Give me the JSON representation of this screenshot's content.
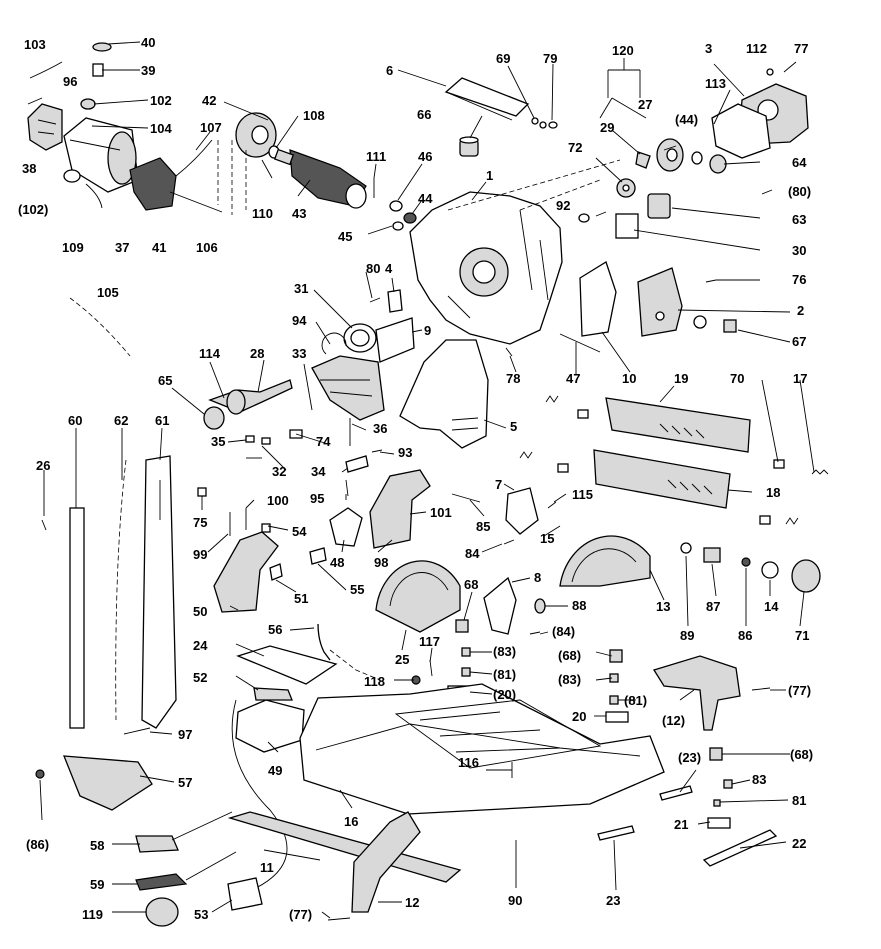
{
  "diagram": {
    "callouts": {
      "p103": "103",
      "p40": "40",
      "p39": "39",
      "p96": "96",
      "p102": "102",
      "p104": "104",
      "p38": "38",
      "p107": "107",
      "p102b": "(102)",
      "p109": "109",
      "p37": "37",
      "p41": "41",
      "p106": "106",
      "p42": "42",
      "p108": "108",
      "p110": "110",
      "p43": "43",
      "p6": "6",
      "p69": "69",
      "p79": "79",
      "p120": "120",
      "p27": "27",
      "p29": "29",
      "p44a": "(44)",
      "p3": "3",
      "p112": "112",
      "p77": "77",
      "p113": "113",
      "p66": "66",
      "p111": "111",
      "p46": "46",
      "p44": "44",
      "p45": "45",
      "p72": "72",
      "p1": "1",
      "p64": "64",
      "p80b": "(80)",
      "p92": "92",
      "p63": "63",
      "p30": "30",
      "p105": "105",
      "p80": "80",
      "p4": "4",
      "p31": "31",
      "p94": "94",
      "p9": "9",
      "p76": "76",
      "p2": "2",
      "p67": "67",
      "p114": "114",
      "p28": "28",
      "p33": "33",
      "p78": "78",
      "p47": "47",
      "p10": "10",
      "p65": "65",
      "p70": "70",
      "p17": "17",
      "p19": "19",
      "p60": "60",
      "p62": "62",
      "p61": "61",
      "p74": "74",
      "p36": "36",
      "p35": "35",
      "p32": "32",
      "p5": "5",
      "p26": "26",
      "p93": "93",
      "p34": "34",
      "p7": "7",
      "p115": "115",
      "p18": "18",
      "p75": "75",
      "p95": "95",
      "p100": "100",
      "p85": "85",
      "p101": "101",
      "p54": "54",
      "p99": "99",
      "p48": "48",
      "p98": "98",
      "p84": "84",
      "p15": "15",
      "p51": "51",
      "p55": "55",
      "p8": "8",
      "p68": "68",
      "p88": "88",
      "p13": "13",
      "p89": "89",
      "p87": "87",
      "p86": "86",
      "p14": "14",
      "p71": "71",
      "p50": "50",
      "p25": "25",
      "p84b": "(84)",
      "p56": "56",
      "p24": "24",
      "p117": "117",
      "p83b": "(83)",
      "p68b": "(68)",
      "p81b": "(81)",
      "p83c": "(83)",
      "p52": "52",
      "p118": "118",
      "p20b": "(20)",
      "p81c": "(81)",
      "p77b": "(77)",
      "p20": "20",
      "p12b": "(12)",
      "p97": "97",
      "p49": "49",
      "p116": "116",
      "p23b": "(23)",
      "p68c": "(68)",
      "p57": "57",
      "p83": "83",
      "p81": "81",
      "p86b": "(86)",
      "p21": "21",
      "p22": "22",
      "p58": "58",
      "p16": "16",
      "p11": "11",
      "p59": "59",
      "p90": "90",
      "p23": "23",
      "p53": "53",
      "p77c": "(77)",
      "p12": "12",
      "p119": "119"
    }
  }
}
